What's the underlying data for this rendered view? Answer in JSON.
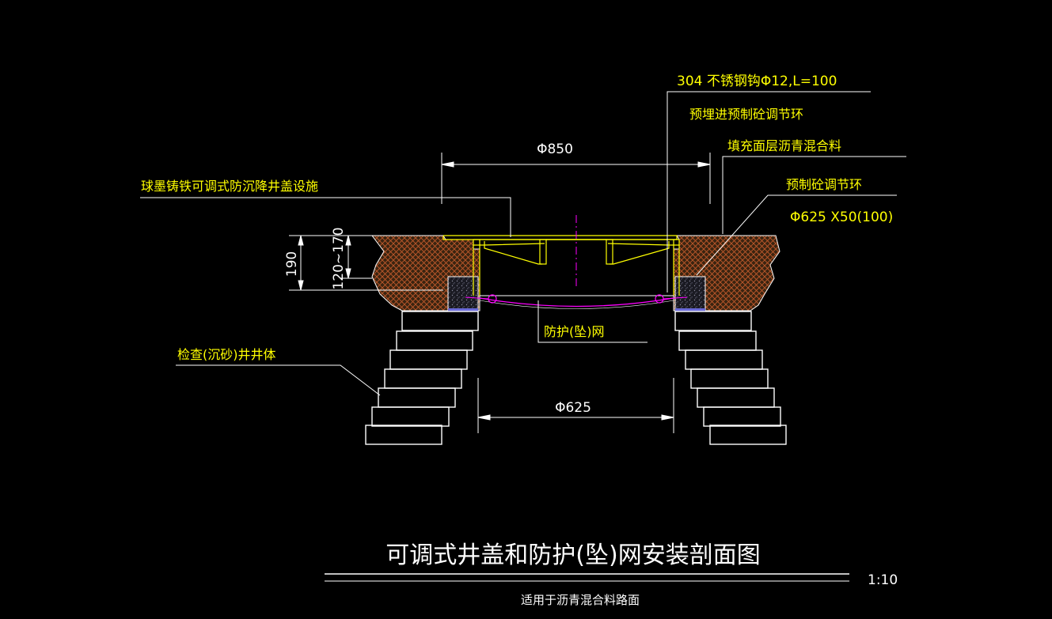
{
  "labels": {
    "hook": "304 不锈钢钩Φ12,L=100",
    "embedded_ring": "预埋进预制砼调节环",
    "fill_asphalt": "填充面层沥青混合料",
    "precast_ring": "预制砼调节环",
    "ring_size": "Φ625 X50(100)",
    "cover_device": "球墨铸铁可调式防沉降井盖设施",
    "protection_net": "防护(坠)网",
    "well_body": "检查(沉砂)井井体"
  },
  "dimensions": {
    "top_width": "Φ850",
    "bottom_width": "Φ625",
    "total_depth": "190",
    "adjust_range": "120~170"
  },
  "title": {
    "main": "可调式井盖和防护(坠)网安装剖面图",
    "scale": "1:10",
    "subtitle": "适用于沥青混合料路面"
  },
  "colors": {
    "background": "#000000",
    "annotation": "#ffff00",
    "outline": "#ffffff",
    "hatch": "#c0582a",
    "pavement_fill": "#3a2410",
    "net": "#ff00ff"
  }
}
